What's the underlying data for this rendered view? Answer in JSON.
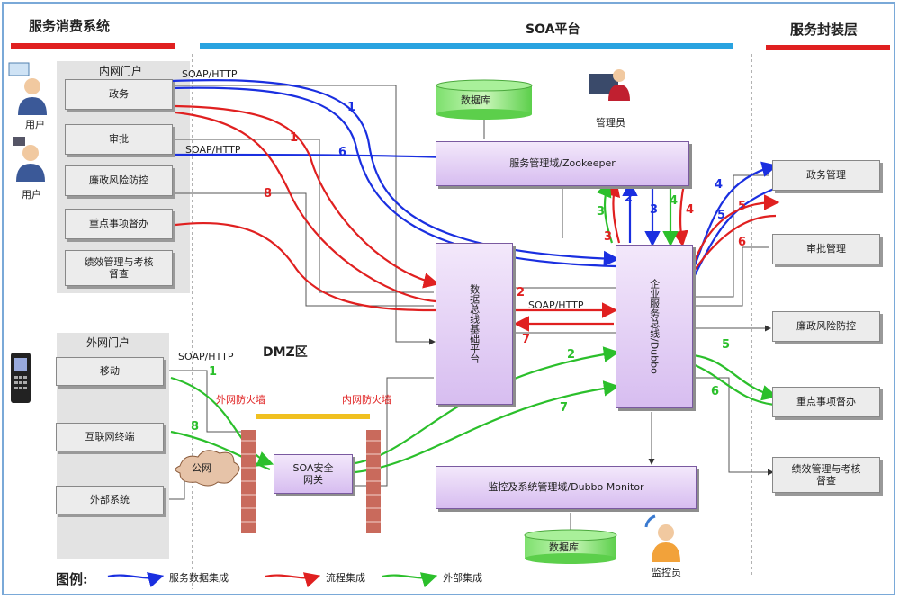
{
  "headers": {
    "consumer": "服务消费系统",
    "soa": "SOA平台",
    "provider": "服务封装层"
  },
  "colors": {
    "blue_flow": "#1a2fe0",
    "red_flow": "#e02020",
    "green_flow": "#2bbf2b",
    "bar_red": "#e02020",
    "bar_cyan": "#29a3e0",
    "purple_fill": "#dcc4f0"
  },
  "actors": {
    "user1": "用户",
    "user2": "用户",
    "admin": "管理员",
    "monitor": "监控员"
  },
  "inner_portal": {
    "title": "内网门户",
    "items": [
      "政务",
      "审批",
      "廉政风险防控",
      "重点事项督办",
      "绩效管理与考核\n督查"
    ]
  },
  "outer_portal": {
    "title": "外网门户",
    "items": [
      "移动",
      "互联网终端",
      "外部系统"
    ]
  },
  "dmz": {
    "label": "DMZ区",
    "outer_firewall": "外网防火墙",
    "inner_firewall": "内网防火墙",
    "public_net": "公网",
    "gateway": "SOA安全\n网关"
  },
  "core": {
    "database_top": "数据库",
    "database_bottom": "数据库",
    "zookeeper": "服务管理域/Zookeeper",
    "data_bus": "数据总线基础平台",
    "service_bus": "企业服务总线/Dubbo",
    "monitor": "监控及系统管理域/Dubbo Monitor"
  },
  "providers": [
    "政务管理",
    "审批管理",
    "廉政风险防控",
    "重点事项督办",
    "绩效管理与考核\n督查"
  ],
  "protocols": {
    "soap1": "SOAP/HTTP",
    "soap2": "SOAP/HTTP",
    "soap3": "SOAP/HTTP",
    "soap4": "SOAP/HTTP"
  },
  "flow_numbers": {
    "blue_1": "1",
    "red_1": "1",
    "blue_6": "6",
    "red_8": "8",
    "red_2": "2",
    "red_7": "7",
    "green_2": "2",
    "green_7": "7",
    "green_1": "1",
    "green_8": "8",
    "zk_3g": "3",
    "zk_2b": "2",
    "zk_3b": "3",
    "zk_4g": "4",
    "zk_4r": "4",
    "zk_3r": "3",
    "p_4b": "4",
    "p_5b": "5",
    "p_5r": "5",
    "p_6r": "6",
    "p_5g": "5",
    "p_6g": "6"
  },
  "legend": {
    "title": "图例:",
    "items": [
      "服务数据集成",
      "流程集成",
      "外部集成"
    ]
  }
}
